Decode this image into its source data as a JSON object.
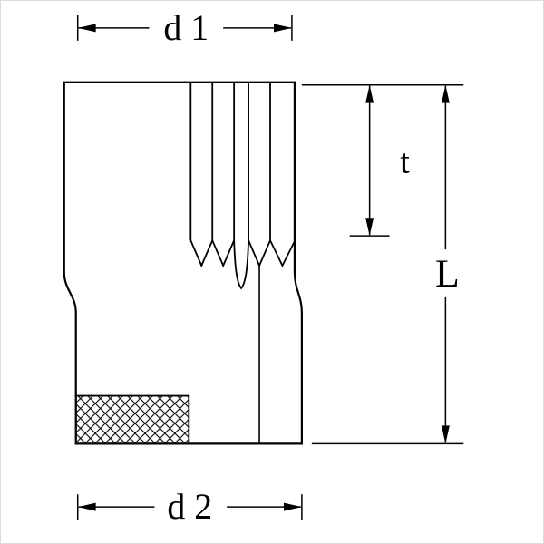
{
  "figure": {
    "background_color": "#ffffff",
    "line_color": "#000000",
    "border_color": "#dcdcdc",
    "labels": {
      "d1": "d 1",
      "t": "t",
      "L": "L",
      "d2": "d 2"
    }
  }
}
